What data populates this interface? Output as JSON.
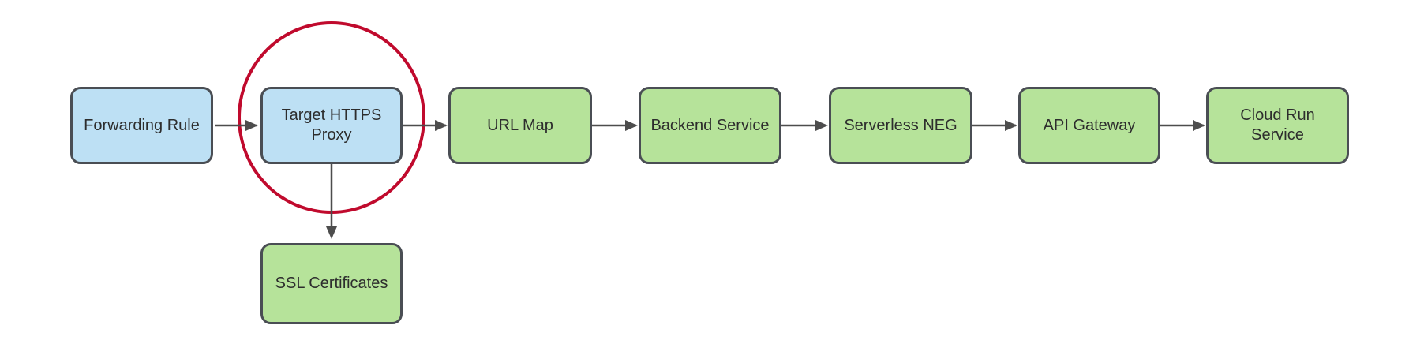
{
  "diagram": {
    "nodes": [
      {
        "id": "forwarding-rule",
        "label": "Forwarding Rule",
        "fill": "blue"
      },
      {
        "id": "target-https-proxy",
        "label": "Target HTTPS Proxy",
        "fill": "blue",
        "annotation": "circled-in-red"
      },
      {
        "id": "url-map",
        "label": "URL Map",
        "fill": "green"
      },
      {
        "id": "backend-service",
        "label": "Backend Service",
        "fill": "green"
      },
      {
        "id": "serverless-neg",
        "label": "Serverless NEG",
        "fill": "green"
      },
      {
        "id": "api-gateway",
        "label": "API Gateway",
        "fill": "green"
      },
      {
        "id": "cloud-run-service",
        "label": "Cloud Run Service",
        "fill": "green"
      },
      {
        "id": "ssl-certificates",
        "label": "SSL Certificates",
        "fill": "green"
      }
    ],
    "edges": [
      {
        "from": "forwarding-rule",
        "to": "target-https-proxy",
        "direction": "right"
      },
      {
        "from": "target-https-proxy",
        "to": "url-map",
        "direction": "right"
      },
      {
        "from": "url-map",
        "to": "backend-service",
        "direction": "right"
      },
      {
        "from": "backend-service",
        "to": "serverless-neg",
        "direction": "right"
      },
      {
        "from": "serverless-neg",
        "to": "api-gateway",
        "direction": "right"
      },
      {
        "from": "api-gateway",
        "to": "cloud-run-service",
        "direction": "right"
      },
      {
        "from": "target-https-proxy",
        "to": "ssl-certificates",
        "direction": "down"
      }
    ],
    "colors": {
      "blue-fill": "#BDE0F4",
      "green-fill": "#B6E39A",
      "node-border": "#4A4E54",
      "arrow": "#4D4D4D",
      "text": "#2D2D2D",
      "highlight-red": "#C00A2D",
      "background": "#FFFFFF"
    }
  }
}
